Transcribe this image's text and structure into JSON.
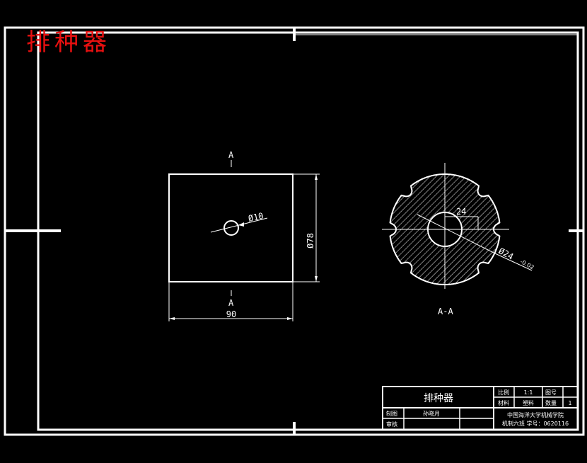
{
  "watermark": "排种器",
  "drawing": {
    "section_label_top": "A",
    "section_label_bottom": "A",
    "section_view_title": "A-A",
    "dim_hole": "Ø10",
    "dim_height": "Ø78",
    "dim_width": "90",
    "dim_small": "24",
    "dim_large": "Ø24",
    "dim_tol": "-0.02"
  },
  "title_block": {
    "title": "排种器",
    "scale_label": "比例",
    "scale_value": "1:1",
    "drawing_no_label": "图号",
    "material_label": "材料",
    "material_value": "塑料",
    "quantity_label": "数量",
    "quantity_value": "1",
    "drawn_label": "制图",
    "drawn_value": "孙晓月",
    "checked_label": "审核",
    "school": "中国海洋大学机械学院",
    "class_info": "机制六班  学号：0620116"
  },
  "colors": {
    "line": "#ffffff",
    "background": "#000000",
    "watermark": "#e81010"
  }
}
